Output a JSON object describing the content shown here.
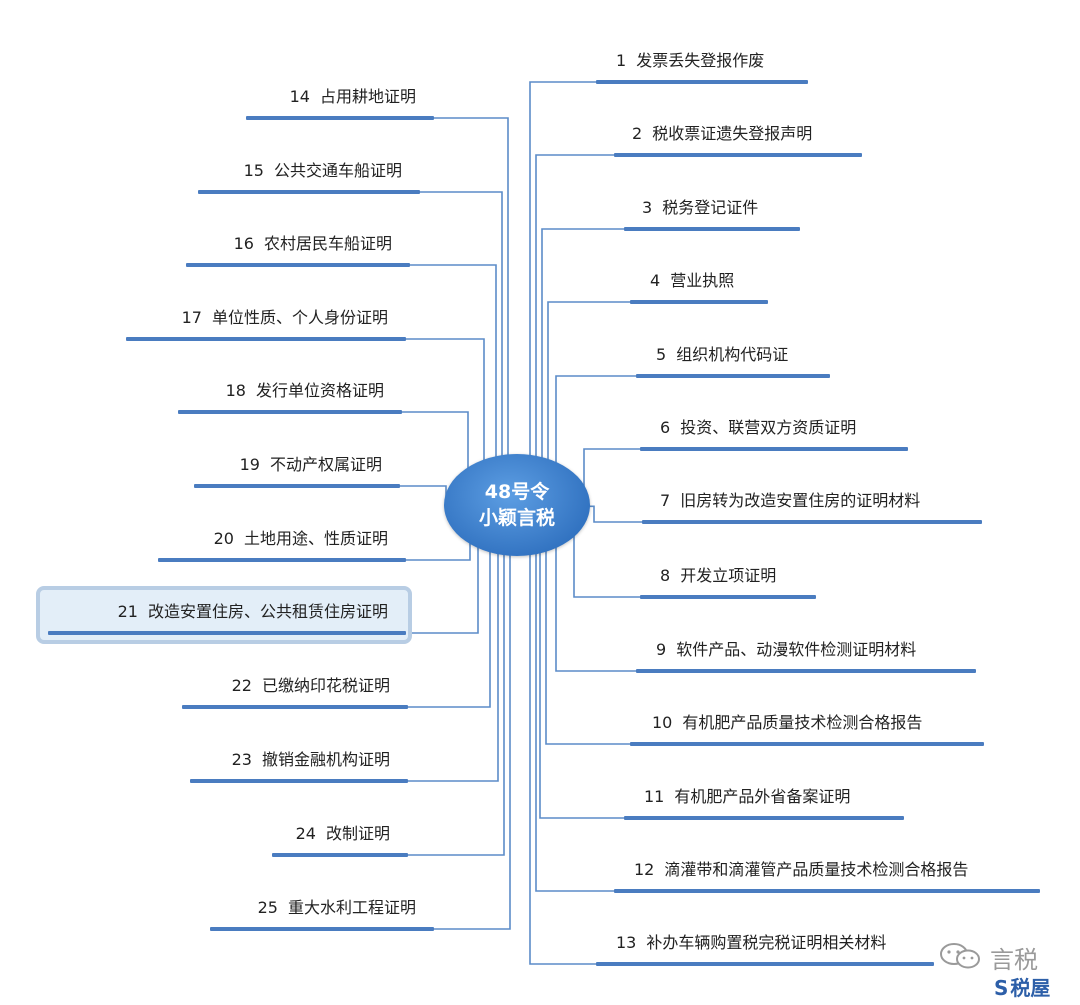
{
  "center": {
    "line1": "48号令",
    "line2": "小颖言税"
  },
  "colors": {
    "line": "#4a7cc0",
    "wire": "#5b8cc8",
    "center": "#2e6fbe",
    "highlight": "#e3eef8"
  },
  "right_items": [
    {
      "num": "1",
      "label": "发票丢失登报作废"
    },
    {
      "num": "2",
      "label": "税收票证遗失登报声明"
    },
    {
      "num": "3",
      "label": "税务登记证件"
    },
    {
      "num": "4",
      "label": "营业执照"
    },
    {
      "num": "5",
      "label": "组织机构代码证"
    },
    {
      "num": "6",
      "label": "投资、联营双方资质证明"
    },
    {
      "num": "7",
      "label": "旧房转为改造安置住房的证明材料"
    },
    {
      "num": "8",
      "label": "开发立项证明"
    },
    {
      "num": "9",
      "label": "软件产品、动漫软件检测证明材料"
    },
    {
      "num": "10",
      "label": "有机肥产品质量技术检测合格报告"
    },
    {
      "num": "11",
      "label": "有机肥产品外省备案证明"
    },
    {
      "num": "12",
      "label": "滴灌带和滴灌管产品质量技术检测合格报告"
    },
    {
      "num": "13",
      "label": "补办车辆购置税完税证明相关材料"
    }
  ],
  "left_items": [
    {
      "num": "14",
      "label": "占用耕地证明"
    },
    {
      "num": "15",
      "label": "公共交通车船证明"
    },
    {
      "num": "16",
      "label": "农村居民车船证明"
    },
    {
      "num": "17",
      "label": "单位性质、个人身份证明"
    },
    {
      "num": "18",
      "label": "发行单位资格证明"
    },
    {
      "num": "19",
      "label": "不动产权属证明"
    },
    {
      "num": "20",
      "label": "土地用途、性质证明"
    },
    {
      "num": "21",
      "label": "改造安置住房、公共租赁住房证明",
      "highlighted": true
    },
    {
      "num": "22",
      "label": "已缴纳印花税证明"
    },
    {
      "num": "23",
      "label": "撤销金融机构证明"
    },
    {
      "num": "24",
      "label": "改制证明"
    },
    {
      "num": "25",
      "label": "重大水利工程证明"
    }
  ],
  "watermark": {
    "name": "言税",
    "logo": "税屋",
    "wechat_icon": "wechat-icon"
  }
}
